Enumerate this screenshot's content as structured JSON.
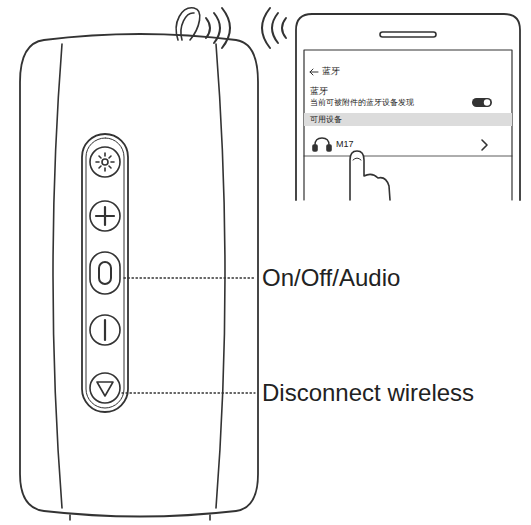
{
  "diagram": {
    "labels": [
      "On/Off/Audio",
      "Disconnect wireless",
      "蓝牙",
      "蓝牙",
      "当前可被附件的蓝牙设备发现",
      "可用设备",
      "M17"
    ]
  }
}
